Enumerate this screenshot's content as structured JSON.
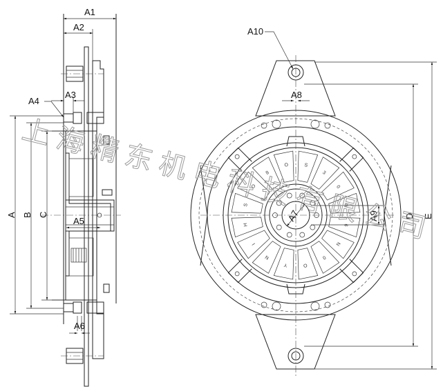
{
  "labels": {
    "a1": "A1",
    "a2": "A2",
    "a3": "A3",
    "a4": "A4",
    "a5": "A5",
    "a6": "A6",
    "a7": "A7",
    "a8": "A8",
    "a9": "A9",
    "a10": "A10",
    "a": "A",
    "b": "B",
    "c": "C",
    "d": "D",
    "e": "E"
  },
  "watermark": "上海精东机电科技有限公司",
  "segment_marks": [
    "S",
    "3",
    "0",
    "0",
    "6",
    "N",
    "0",
    "O",
    "Y",
    "N",
    "I",
    "H",
    "S",
    "O",
    "8",
    "O"
  ]
}
